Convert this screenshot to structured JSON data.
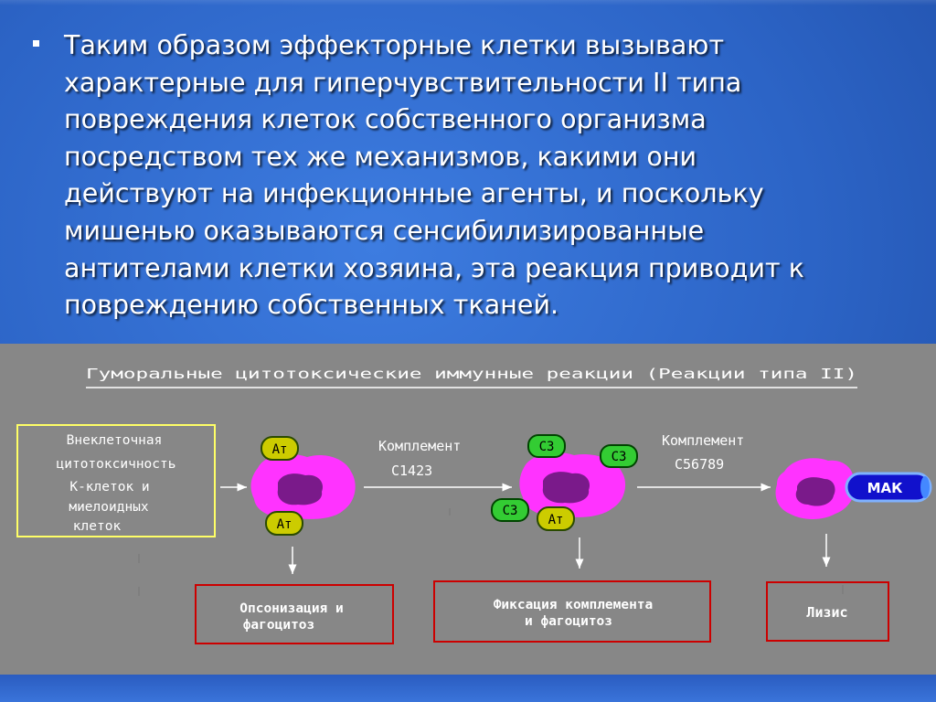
{
  "main_text": {
    "lines": [
      "Таким образом эффекторные клетки вызывают",
      "характерные для гиперчувствительности II типа",
      "повреждения клеток собственного организма",
      "посредством тех же механизмов, какими они",
      "действуют на инфекционные агенты, и поскольку",
      "мишенью оказываются сенсибилизированные",
      "антителами клетки хозяина, эта реакция приводит к",
      "повреждению собственных тканей."
    ]
  },
  "diagram": {
    "title": "Гуморальные цитотоксические иммунные реакции (Реакции типа II)",
    "left_box": [
      "Внеклеточная",
      "цитотоксичность",
      "К-клеток и",
      "миелоидных",
      "клеток"
    ],
    "antibody_label": "Ат",
    "c3_label": "С3",
    "complement_1": [
      "Комплемент",
      "С1423"
    ],
    "complement_2": [
      "Комплемент",
      "С56789"
    ],
    "mac_label": "МАК",
    "result_1": [
      "Опсонизация и",
      "фагоцитоз"
    ],
    "result_2": [
      "Фиксация комплемента",
      "и фагоцитоз"
    ],
    "result_3": [
      "Лизис"
    ]
  },
  "colors": {
    "slide_background": "#2f67c8",
    "diagram_background": "#878787",
    "cell_membrane": "#ff33ff",
    "cell_nucleus": "#7a1a8a",
    "box_yellow": "#ffff66",
    "box_red": "#cc0000",
    "antibody_fill": "#cccc00",
    "c3_fill": "#33cc33",
    "mac_fill": "#1111cc"
  }
}
